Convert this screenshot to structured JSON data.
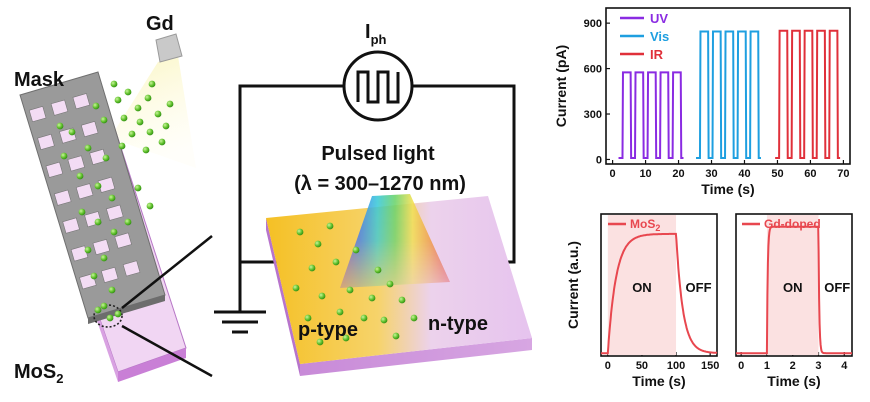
{
  "schematic": {
    "gd_label": "Gd",
    "mask_label": "Mask",
    "substrate_label": "MoS",
    "substrate_sub": "2",
    "photocurrent_label": "I",
    "photocurrent_sub": "ph",
    "pulsed_light_label": "Pulsed light",
    "wavelength_label": "(λ = 300–1270 nm)",
    "p_type_label": "p-type",
    "n_type_label": "n-type"
  },
  "colors": {
    "uv": "#8a2be2",
    "vis": "#1e9fe0",
    "ir": "#e0303a",
    "dopant": "#7fd33a",
    "p_region": "#f2c230",
    "n_region": "#d9b8e6",
    "mask": "#8a8a8a",
    "substrate": "#d58fd9",
    "response": "#e8474f",
    "response_fill": "#fbe1e1"
  },
  "chart_data": [
    {
      "type": "line",
      "ylabel": "Current (pA)",
      "xlabel": "Time (s)",
      "xlim": [
        -2,
        72
      ],
      "ylim": [
        -30,
        1000
      ],
      "xticks": [
        0,
        10,
        20,
        30,
        40,
        50,
        60,
        70
      ],
      "yticks": [
        0,
        300,
        600,
        900
      ],
      "legend_position": "top-left",
      "series": [
        {
          "name": "UV",
          "color_key": "uv",
          "t_start": 3,
          "pulses": 5,
          "period": 3.8,
          "on_fraction": 0.65,
          "off_level": 10,
          "on_level": 575
        },
        {
          "name": "Vis",
          "color_key": "vis",
          "t_start": 26.5,
          "pulses": 5,
          "period": 3.8,
          "on_fraction": 0.65,
          "off_level": 10,
          "on_level": 845
        },
        {
          "name": "IR",
          "color_key": "ir",
          "t_start": 50.5,
          "pulses": 5,
          "period": 3.8,
          "on_fraction": 0.65,
          "off_level": 10,
          "on_level": 850
        }
      ]
    },
    {
      "type": "line",
      "ylabel": "Current (a.u.)",
      "xlabel": "Time (s)",
      "xlim": [
        -10,
        160
      ],
      "ylim": [
        0,
        1
      ],
      "xticks": [
        0,
        50,
        100,
        150
      ],
      "legend_position": "top-left",
      "series": [
        {
          "name": "MoS",
          "name_sub": "2",
          "color_key": "response"
        }
      ],
      "on_window": [
        0,
        100
      ],
      "on_label": "ON",
      "off_label": "OFF",
      "rise_tau": 12,
      "decay_tau": 10,
      "baseline": 0.02,
      "plateau": 0.86
    },
    {
      "type": "line",
      "ylabel": "",
      "xlabel": "Time (s)",
      "xlim": [
        -0.2,
        4.3
      ],
      "ylim": [
        0,
        1
      ],
      "xticks": [
        0,
        1,
        2,
        3,
        4
      ],
      "legend_position": "top-left",
      "series": [
        {
          "name": "Gd-doped",
          "color_key": "response"
        }
      ],
      "on_window": [
        1,
        3
      ],
      "on_label": "ON",
      "off_label": "OFF",
      "rise_tau": 0.03,
      "decay_tau": 0.03,
      "baseline": 0.02,
      "plateau": 0.91
    }
  ]
}
